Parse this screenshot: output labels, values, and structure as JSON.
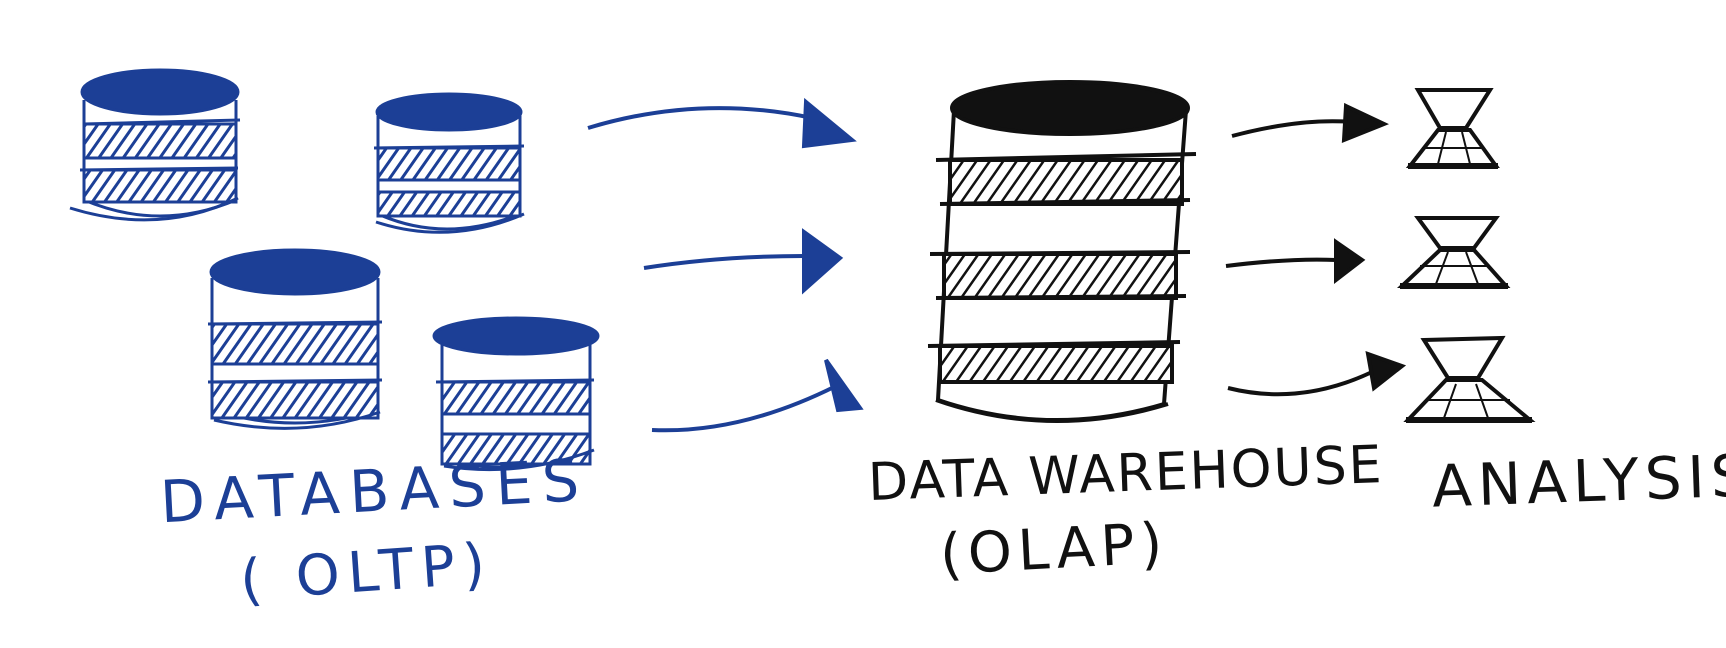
{
  "labels": {
    "databases": "DATABASES",
    "databases_sub": "( OLTP)",
    "warehouse": "DATA WAREHOUSE",
    "warehouse_sub": "(OLAP)",
    "analysis": "ANALYSIS"
  },
  "colors": {
    "source_ink": "#1c3f96",
    "warehouse_ink": "#111111"
  }
}
